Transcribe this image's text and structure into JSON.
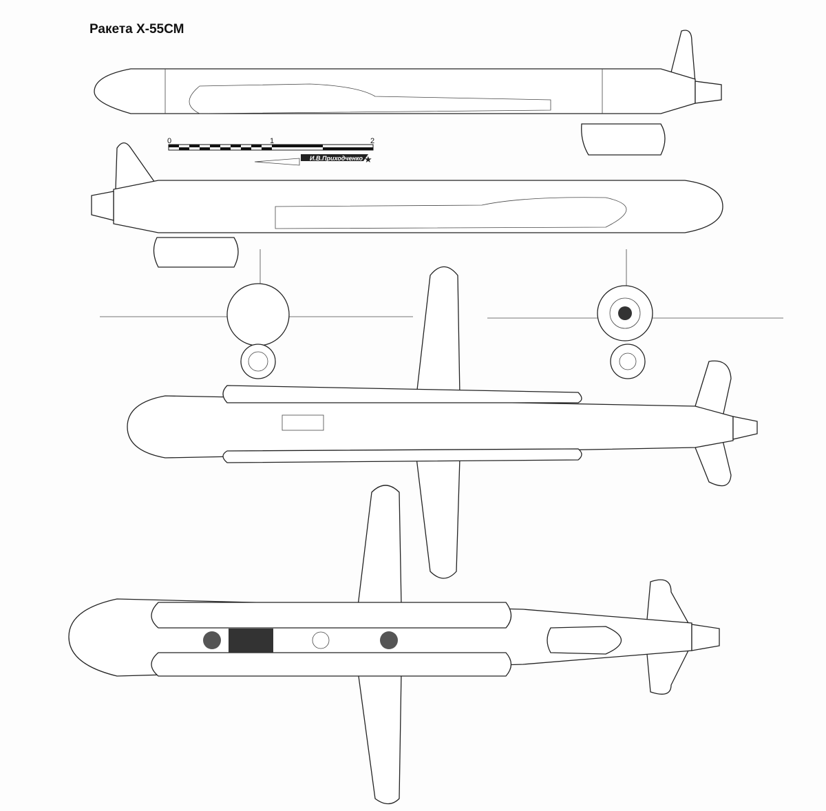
{
  "title": "Ракета Х-55СМ",
  "scale_bar": {
    "labels": [
      "0",
      "1",
      "2"
    ],
    "unit_max": 2
  },
  "author": "И.В.Приходченко"
}
